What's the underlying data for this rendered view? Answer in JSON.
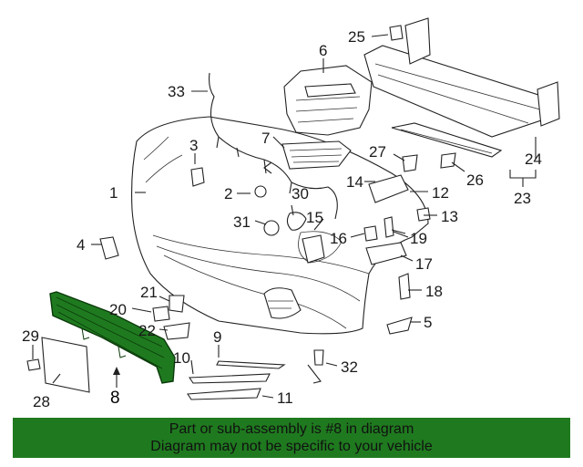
{
  "callouts": [
    {
      "id": "1",
      "label": "1"
    },
    {
      "id": "2",
      "label": "2"
    },
    {
      "id": "3",
      "label": "3"
    },
    {
      "id": "4",
      "label": "4"
    },
    {
      "id": "5",
      "label": "5"
    },
    {
      "id": "6",
      "label": "6"
    },
    {
      "id": "7",
      "label": "7"
    },
    {
      "id": "8",
      "label": "8",
      "highlighted": true
    },
    {
      "id": "9",
      "label": "9"
    },
    {
      "id": "10",
      "label": "10"
    },
    {
      "id": "11",
      "label": "11"
    },
    {
      "id": "12",
      "label": "12"
    },
    {
      "id": "13",
      "label": "13"
    },
    {
      "id": "14",
      "label": "14"
    },
    {
      "id": "15",
      "label": "15"
    },
    {
      "id": "16",
      "label": "16"
    },
    {
      "id": "17",
      "label": "17"
    },
    {
      "id": "18",
      "label": "18"
    },
    {
      "id": "19",
      "label": "19"
    },
    {
      "id": "20",
      "label": "20"
    },
    {
      "id": "21",
      "label": "21"
    },
    {
      "id": "22",
      "label": "22"
    },
    {
      "id": "23",
      "label": "23"
    },
    {
      "id": "24",
      "label": "24"
    },
    {
      "id": "25",
      "label": "25"
    },
    {
      "id": "26",
      "label": "26"
    },
    {
      "id": "27",
      "label": "27"
    },
    {
      "id": "28",
      "label": "28"
    },
    {
      "id": "29",
      "label": "29"
    },
    {
      "id": "30",
      "label": "30"
    },
    {
      "id": "31",
      "label": "31"
    },
    {
      "id": "32",
      "label": "32"
    },
    {
      "id": "33",
      "label": "33"
    }
  ],
  "highlight_part": "8",
  "colors": {
    "highlight": "#1f7a1f",
    "banner_bg": "#1f7a1f",
    "line": "#222222"
  },
  "banner": {
    "line1": "Part or sub-assembly is #8 in diagram",
    "line2": "Diagram may not be specific to your vehicle"
  }
}
